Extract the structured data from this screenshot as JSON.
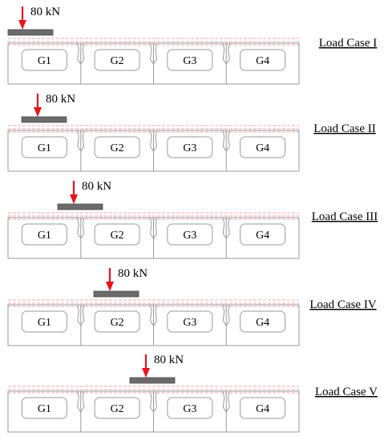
{
  "figure": {
    "girders": [
      "G1",
      "G2",
      "G3",
      "G4"
    ],
    "colors": {
      "load_arrow": "#e8141c",
      "load_pad": "#6b6b6b",
      "outline": "#9a9a9a",
      "reference_lines": "#f08a8a",
      "text": "#000000"
    },
    "load_cases": [
      {
        "label": "Load Case I",
        "force": "80 kN"
      },
      {
        "label": "Load Case II",
        "force": "80 kN"
      },
      {
        "label": "Load Case III",
        "force": "80 kN"
      },
      {
        "label": "Load Case IV",
        "force": "80 kN"
      },
      {
        "label": "Load Case V",
        "force": "80 kN"
      }
    ]
  }
}
